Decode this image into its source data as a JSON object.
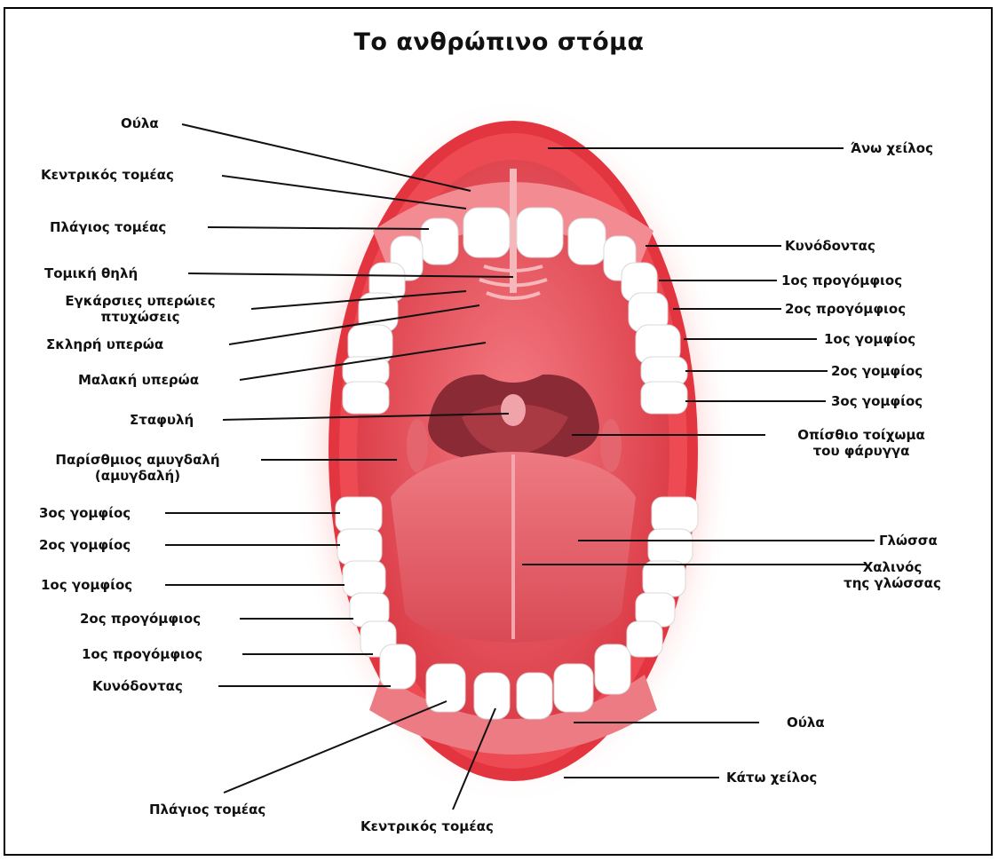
{
  "title": "Το ανθρώπινο στόμα",
  "labels": {
    "left": {
      "gums_upper": "Ούλα",
      "central_incisor_upper": "Κεντρικός τομέας",
      "lateral_incisor_upper": "Πλάγιος τομέας",
      "incisive_papilla": "Τομική θηλή",
      "palatine_rugae_1": "Εγκάρσιες υπερώιες",
      "palatine_rugae_2": "πτυχώσεις",
      "hard_palate": "Σκληρή υπερώα",
      "soft_palate": "Μαλακή υπερώα",
      "uvula": "Σταφυλή",
      "tonsil_1": "Παρίσθμιος αμυγδαλή",
      "tonsil_2": "(αμυγδαλή)",
      "third_molar_lower": "3ος γομφίος",
      "second_molar_lower": "2ος γομφίος",
      "first_molar_lower": "1ος γομφίος",
      "second_premolar_lower": "2ος προγόμφιος",
      "first_premolar_lower": "1ος προγόμφιος",
      "canine_lower": "Κυνόδοντας",
      "lateral_incisor_lower": "Πλάγιος τομέας",
      "central_incisor_lower": "Κεντρικός τομέας"
    },
    "right": {
      "upper_lip": "Άνω χείλος",
      "canine_upper": "Κυνόδοντας",
      "first_premolar_upper": "1ος προγόμφιος",
      "second_premolar_upper": "2ος προγόμφιος",
      "first_molar_upper": "1ος γομφίος",
      "second_molar_upper": "2ος γομφίος",
      "third_molar_upper": "3ος γομφίος",
      "pharynx_1": "Οπίσθιο τοίχωμα",
      "pharynx_2": "του φάρυγγα",
      "tongue": "Γλώσσα",
      "frenulum_1": "Χαλινός",
      "frenulum_2": "της γλώσσας",
      "gums_lower": "Ούλα",
      "lower_lip": "Κάτω χείλος"
    }
  },
  "colors": {
    "lip": "#e8303a",
    "mouth_inner": "#e24a55",
    "tongue": "#e0606a",
    "throat": "#8a2a34",
    "tooth": "#ffffff"
  }
}
